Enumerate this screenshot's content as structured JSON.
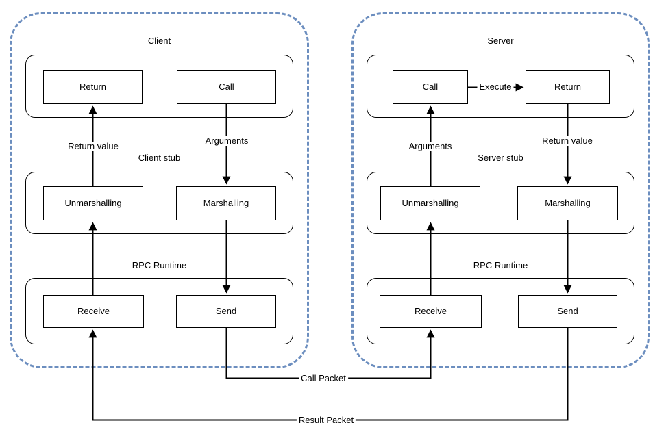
{
  "colors": {
    "frame_border": "#6c8ebf",
    "shape_border": "#000000",
    "arrow": "#000000",
    "background": "#ffffff",
    "text": "#000000"
  },
  "client": {
    "title": "Client",
    "boxes": {
      "return": "Return",
      "call": "Call",
      "unmarshalling": "Unmarshalling",
      "marshalling": "Marshalling",
      "receive": "Receive",
      "send": "Send"
    },
    "stub_label": "Client stub",
    "runtime_label": "RPC Runtime",
    "arrow_labels": {
      "return_value": "Return value",
      "arguments": "Arguments"
    }
  },
  "server": {
    "title": "Server",
    "boxes": {
      "call": "Call",
      "return": "Return",
      "unmarshalling": "Unmarshalling",
      "marshalling": "Marshalling",
      "receive": "Receive",
      "send": "Send"
    },
    "stub_label": "Server stub",
    "runtime_label": "RPC Runtime",
    "execute_label": "Execute",
    "arrow_labels": {
      "arguments": "Arguments",
      "return_value": "Return value"
    }
  },
  "packet_labels": {
    "call_packet": "Call Packet",
    "result_packet": "Result Packet"
  }
}
